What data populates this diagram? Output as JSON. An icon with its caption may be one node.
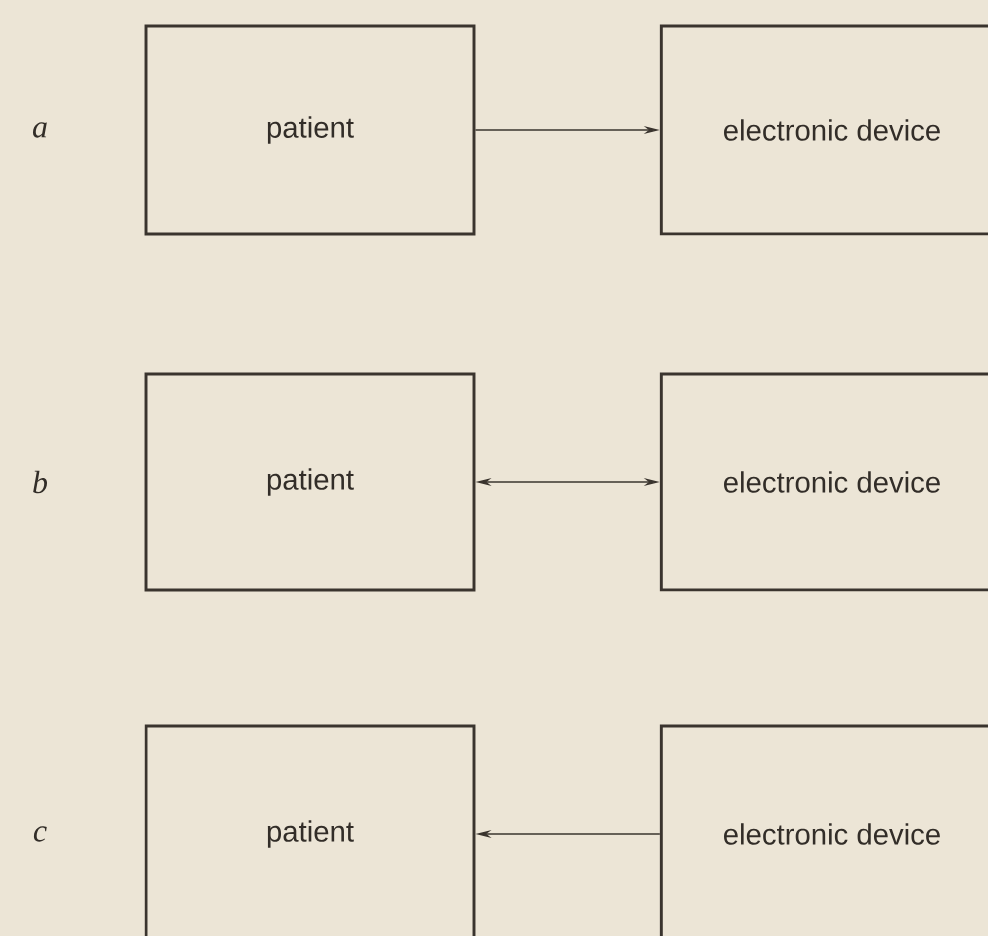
{
  "diagram": {
    "nodes": [
      {
        "text": [
          "patient"
        ]
      },
      {
        "text": [
          "electronic device"
        ]
      },
      {
        "text": [
          "patient"
        ]
      },
      {
        "text": [
          "electronic device"
        ]
      },
      {
        "text": [
          "patient"
        ]
      },
      {
        "text": [
          "electronic device"
        ]
      }
    ],
    "edges": [
      {
        "from": 0,
        "to": 1,
        "arrow": "to"
      },
      {
        "from": 2,
        "to": 3,
        "arrow": "both"
      },
      {
        "from": 5,
        "to": 4,
        "arrow": "to"
      }
    ],
    "labels": [
      "a",
      "b",
      "c"
    ]
  }
}
